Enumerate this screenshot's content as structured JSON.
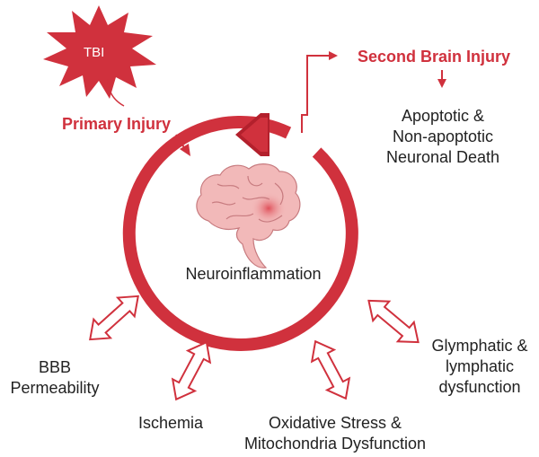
{
  "colors": {
    "accent": "#d0313d",
    "accent_dark": "#b3202c",
    "text": "#222222",
    "brain": "#f2b9b9"
  },
  "icons": {
    "burst": "explosion-burst-icon",
    "brain": "brain-icon",
    "double_arrow": "double-headed-arrow-icon"
  },
  "trigger": {
    "label": "TBI"
  },
  "primary_injury": {
    "label": "Primary Injury"
  },
  "second_injury": {
    "label": "Second Brain Injury"
  },
  "outcome": {
    "lines": [
      "Apoptotic &",
      "Non-apoptotic",
      "Neuronal Death"
    ]
  },
  "center": {
    "label": "Neuroinflammation"
  },
  "factors": {
    "bbb": [
      "BBB",
      "Permeability"
    ],
    "ischemia": [
      "Ischemia"
    ],
    "oxidative": [
      "Oxidative Stress &",
      "Mitochondria Dysfunction"
    ],
    "glymphatic": [
      "Glymphatic &",
      "lymphatic",
      "dysfunction"
    ]
  }
}
